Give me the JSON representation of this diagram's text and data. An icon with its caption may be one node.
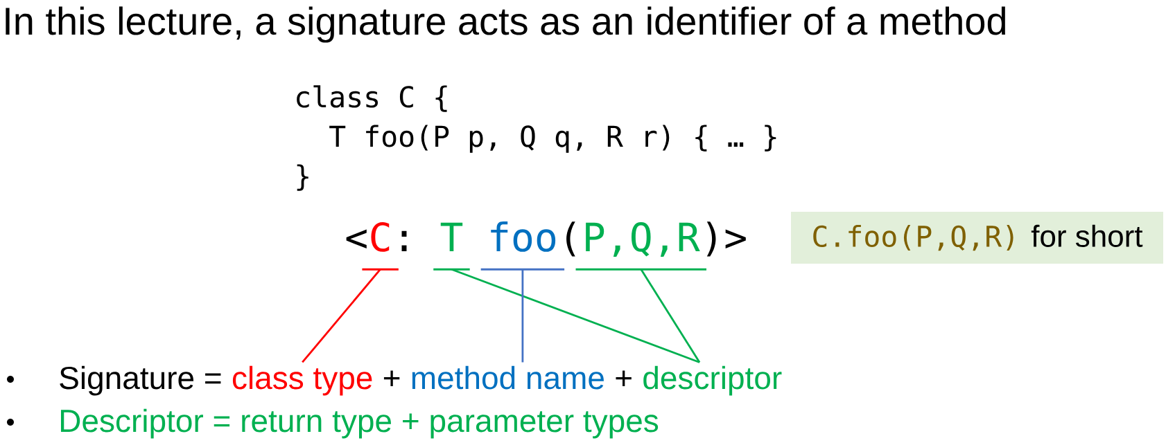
{
  "diagram": {
    "title": "In this lecture, a signature acts as an identifier of a method",
    "nodes": [
      {
        "text": [
          "C"
        ]
      },
      {
        "text": [
          "T"
        ]
      },
      {
        "text": [
          "foo"
        ]
      },
      {
        "text": [
          "P,Q,R"
        ]
      },
      {
        "text": [
          "C.foo(P,Q,R)",
          "for short"
        ]
      },
      {
        "text": [
          "class type"
        ]
      },
      {
        "text": [
          "method name"
        ]
      },
      {
        "text": [
          "descriptor"
        ]
      }
    ],
    "edges": [
      {
        "from": 0,
        "to": 5,
        "arrow": "none",
        "color": "#ff0000"
      },
      {
        "from": 1,
        "to": 7,
        "arrow": "none",
        "color": "#00b050"
      },
      {
        "from": 2,
        "to": 6,
        "arrow": "none",
        "color": "#4472c4"
      },
      {
        "from": 3,
        "to": 7,
        "arrow": "none",
        "color": "#00b050"
      }
    ],
    "labels": [
      "class C {",
      "T foo(P p, Q q, R r) { … }",
      "}",
      "<",
      ":",
      "(",
      ")>",
      "Signature =",
      "+",
      "+",
      "Descriptor = return type + parameter types"
    ]
  }
}
